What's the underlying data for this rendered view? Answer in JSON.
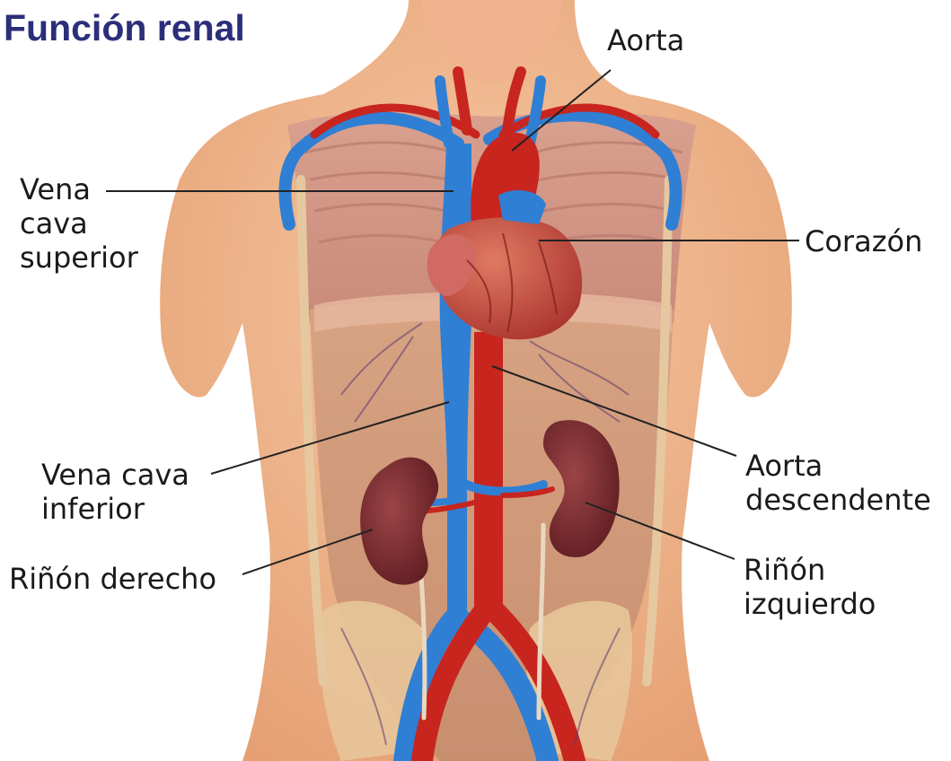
{
  "title": "Función renal",
  "labels": {
    "aorta": "Aorta",
    "vena_cava_superior": [
      "Vena",
      "cava",
      "superior"
    ],
    "corazon": "Corazón",
    "vena_cava_inferior": [
      "Vena cava",
      "inferior"
    ],
    "aorta_descendente": [
      "Aorta",
      "descendente"
    ],
    "rinon_derecho": "Riñón derecho",
    "rinon_izquierdo": [
      "Riñón",
      "izquierdo"
    ]
  },
  "colors": {
    "title": "#2b2f7a",
    "artery": "#c8251f",
    "vein": "#2f7fd4",
    "skin": "#f2b88d",
    "kidney": "#7a2a2c",
    "heart": "#c9473c",
    "leader_line": "#222222"
  }
}
